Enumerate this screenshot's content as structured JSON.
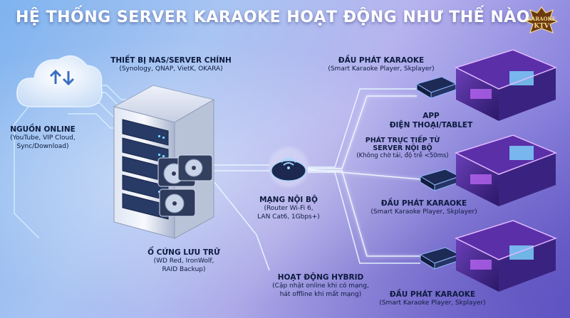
{
  "title": "HỆ THỐNG SERVER KARAOKE HOẠT ĐỘNG NHƯ THẾ NÀO",
  "logo": {
    "line1": "KARAOKE",
    "line2": "KTV"
  },
  "nodes": {
    "online_source": {
      "title": "NGUỒN ONLINE",
      "lines": [
        "(YouTube, VIP Cloud,",
        "Sync/Download)"
      ]
    },
    "nas": {
      "title": "THIẾT BỊ NAS/SERVER CHÍNH",
      "lines": [
        "(Synology, QNAP, VietK, OKARA)"
      ]
    },
    "storage": {
      "title": "Ổ CỨNG LƯU TRỮ",
      "lines": [
        "(WD Red, IronWolf,",
        "RAID Backup)"
      ]
    },
    "lan": {
      "title": "MẠNG NỘI BỘ",
      "lines": [
        "(Router Wi-Fi 6,",
        "LAN Cat6, 1Gbps+)"
      ]
    },
    "hybrid": {
      "title": "HOẠT ĐỘNG HYBRID",
      "lines": [
        "(Cập nhật online khi có mạng,",
        "hát offline khi mất mạng)"
      ]
    },
    "player_top": {
      "title": "ĐẦU PHÁT KARAOKE",
      "lines": [
        "(Smart Karaoke Player, Skplayer)"
      ]
    },
    "app": {
      "title": "APP",
      "lines": [
        "ĐIỆN THOẠI/TABLET"
      ]
    },
    "stream": {
      "title": "PHÁT TRỰC TIẾP TỪ",
      "lines": [
        "SERVER NỘI BỘ",
        "(Không chờ tải, độ trễ <50ms)"
      ]
    },
    "player_mid": {
      "title": "ĐẦU PHÁT KARAOKE",
      "lines": [
        "(Smart Karaoke Player, Skplayer)"
      ]
    },
    "player_bot": {
      "title": "ĐẦU PHÁT KARAOKE",
      "lines": [
        "(Smart Karaoke Player, Skplayer)"
      ]
    }
  },
  "colors": {
    "flow": "#cfe9ff",
    "accent": "#ffffff",
    "room_glow": "#c46cff",
    "player": "#1d2a55"
  }
}
